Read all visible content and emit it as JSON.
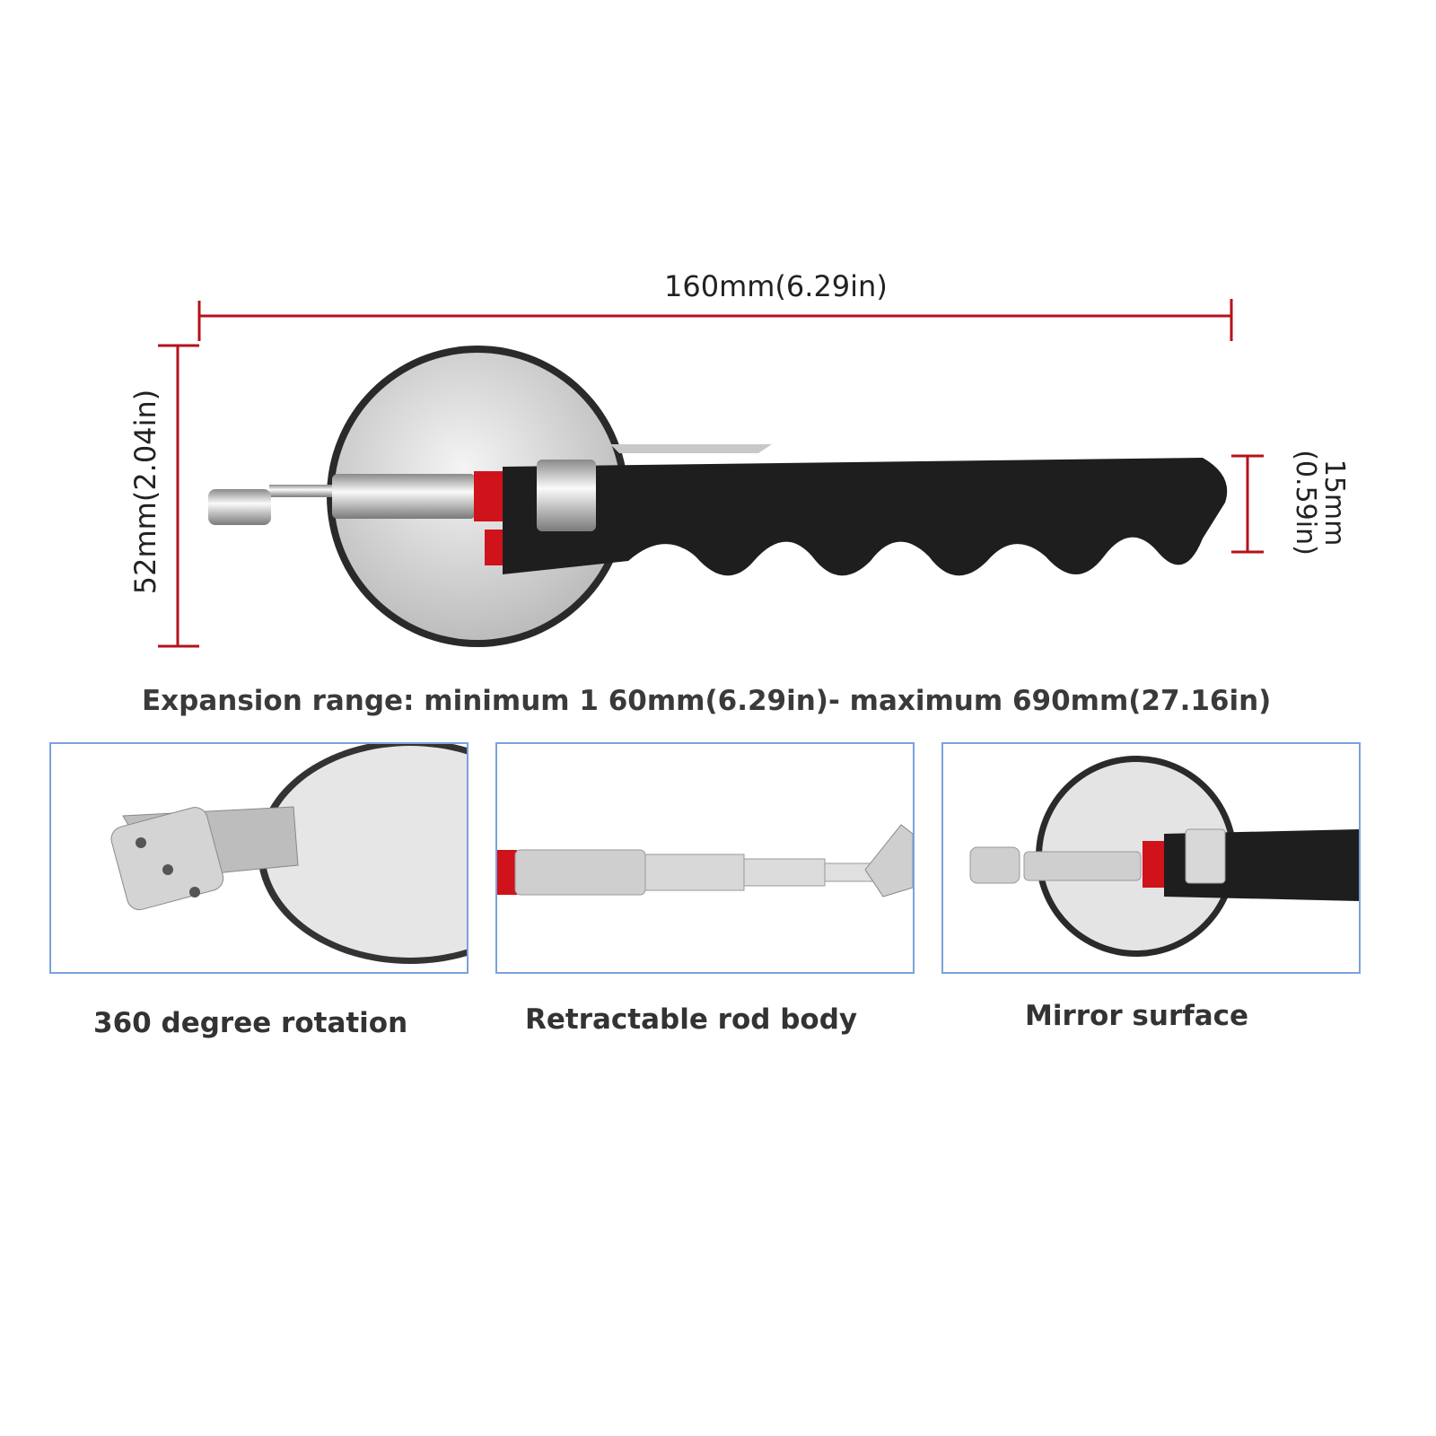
{
  "dimensions": {
    "length": "160mm(6.29in)",
    "mirror_height": "52mm(2.04in)",
    "handle_thickness_mm": "15mm",
    "handle_thickness_in": "(0.59in)"
  },
  "expansion_caption": "Expansion range: minimum 1 60mm(6.29in)- maximum 690mm(27.16in)",
  "panels": [
    {
      "caption": "360 degree rotation"
    },
    {
      "caption": "Retractable rod body"
    },
    {
      "caption": "Mirror surface"
    }
  ],
  "colors": {
    "dimension_line": "#b5121b",
    "panel_border": "#7aa2dc",
    "handle": "#1e1e1e",
    "accent_red": "#d0121b"
  }
}
